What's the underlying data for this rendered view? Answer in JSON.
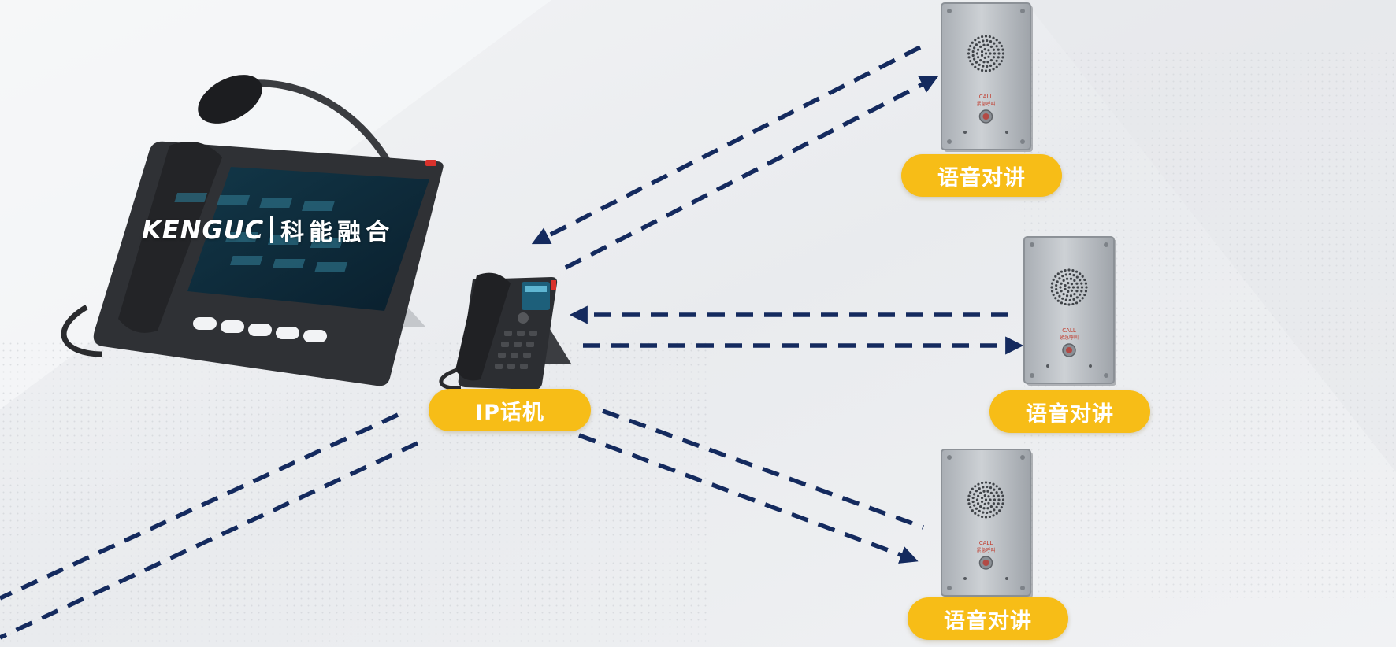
{
  "colors": {
    "arrow": "#142a5e",
    "pill": "#f7bd17",
    "pill_text": "#ffffff",
    "panel_metal": "#b9bec4",
    "phone_body": "#2d2f33",
    "screen": "#0e2a3b"
  },
  "logo": {
    "brand_en": "KENGUC",
    "brand_cn": "科能融合",
    "icon": "kenguc-logo"
  },
  "nodes": {
    "ip_phone_label": "IP话机",
    "intercom_top_label": "语音对讲",
    "intercom_middle_label": "语音对讲",
    "intercom_bottom_label": "语音对讲"
  },
  "panel_text": {
    "call": "CALL",
    "call_cn": "紧急呼叫"
  }
}
